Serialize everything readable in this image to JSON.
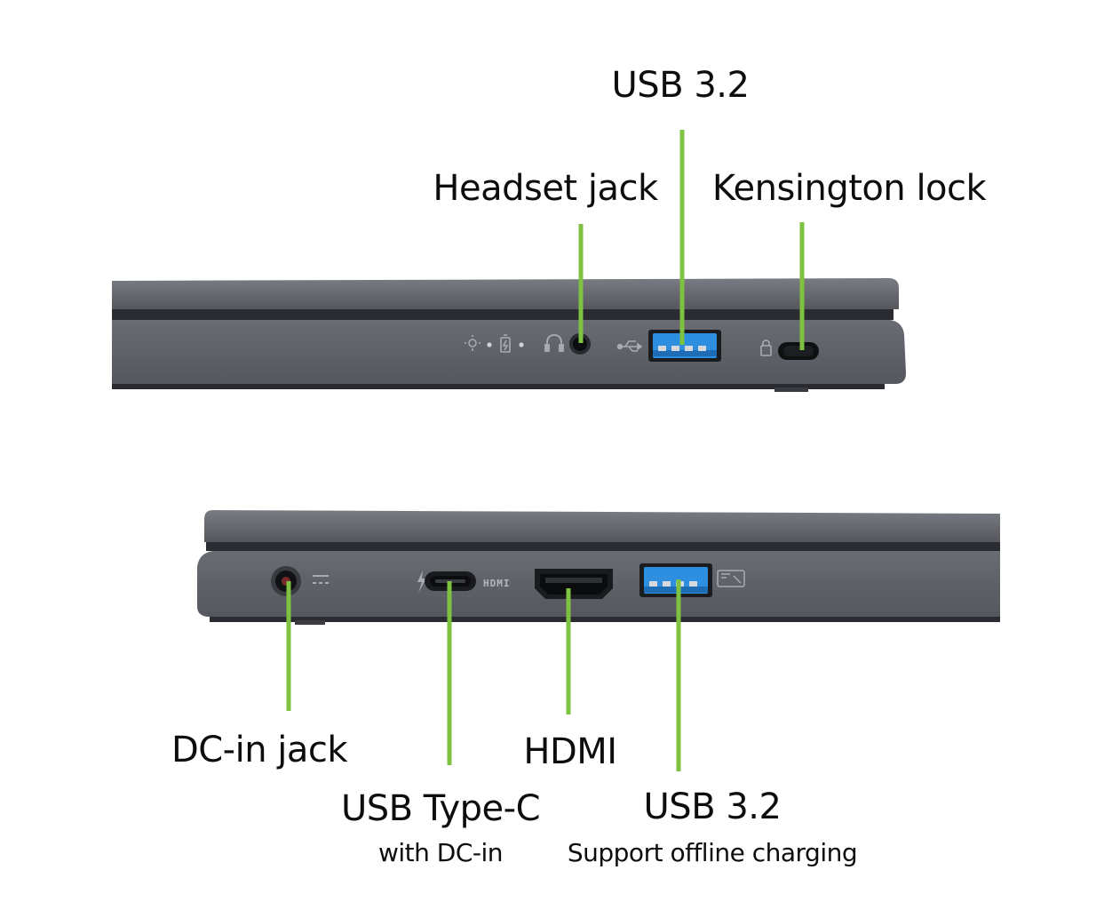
{
  "colors": {
    "leader_line": "#7fc241",
    "chassis": "#5f6168",
    "chassis_dark": "#3b3d43",
    "chassis_edge": "#23252a",
    "usb_blue": "#2e8fe0",
    "port_black": "#111214",
    "text": "#0d0d0d",
    "background": "#ffffff"
  },
  "right_side": {
    "usb32_label": "USB 3.2",
    "headset_label": "Headset jack",
    "kensington_label": "Kensington lock"
  },
  "left_side": {
    "dc_in_label": "DC-in jack",
    "usb_c_label": "USB Type-C",
    "usb_c_sublabel": "with DC-in",
    "hdmi_label": "HDMI",
    "usb32_label": "USB 3.2",
    "usb32_sublabel": "Support offline charging",
    "hdmi_port_marking": "HDMI"
  },
  "icons": {
    "power_led": "power-light-icon",
    "battery_led": "battery-charge-icon",
    "headset_symbol": "headset-icon",
    "usb_symbol": "usb-trident-icon",
    "lock_symbol": "kensington-icon",
    "thunderbolt_symbol": "bolt-icon",
    "dc_symbol": "dc-power-icon",
    "usb_charge_symbol": "usb-charge-icon"
  }
}
